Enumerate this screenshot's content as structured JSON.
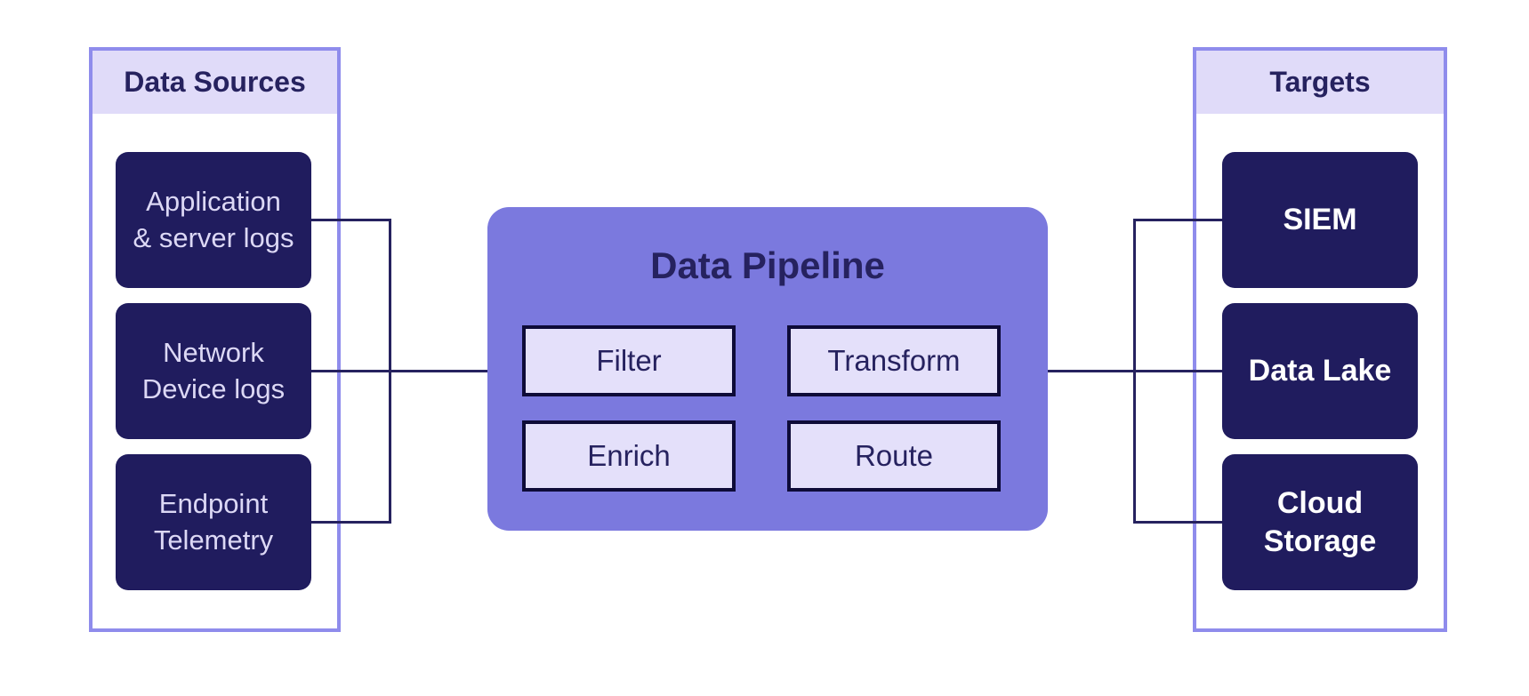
{
  "diagram": {
    "source_panel": {
      "title": "Data Sources",
      "items": [
        {
          "label": "Application\n& server logs"
        },
        {
          "label": "Network\nDevice logs"
        },
        {
          "label": "Endpoint\nTelemetry"
        }
      ]
    },
    "pipeline": {
      "title": "Data Pipeline",
      "stages": [
        {
          "label": "Filter"
        },
        {
          "label": "Transform"
        },
        {
          "label": "Enrich"
        },
        {
          "label": "Route"
        }
      ]
    },
    "target_panel": {
      "title": "Targets",
      "items": [
        {
          "label": "SIEM"
        },
        {
          "label": "Data Lake"
        },
        {
          "label": "Cloud\nStorage"
        }
      ]
    },
    "connections": [
      {
        "from": "Application & server logs",
        "to": "Data Pipeline"
      },
      {
        "from": "Network Device logs",
        "to": "Data Pipeline"
      },
      {
        "from": "Endpoint Telemetry",
        "to": "Data Pipeline"
      },
      {
        "from": "Data Pipeline",
        "to": "SIEM"
      },
      {
        "from": "Data Pipeline",
        "to": "Data Lake"
      },
      {
        "from": "Data Pipeline",
        "to": "Cloud Storage"
      }
    ],
    "colors": {
      "panel_border": "#8f8cec",
      "panel_header_bg": "#e0dbf9",
      "node_bg": "#201c5e",
      "node_text": "#dcd8f5",
      "target_text": "#ffffff",
      "pipeline_bg": "#7b79de",
      "stage_bg": "#e4e0fa",
      "stage_border": "#0e0b38",
      "heading_text": "#26225f",
      "connector": "#26225f",
      "background": "#ffffff"
    }
  }
}
